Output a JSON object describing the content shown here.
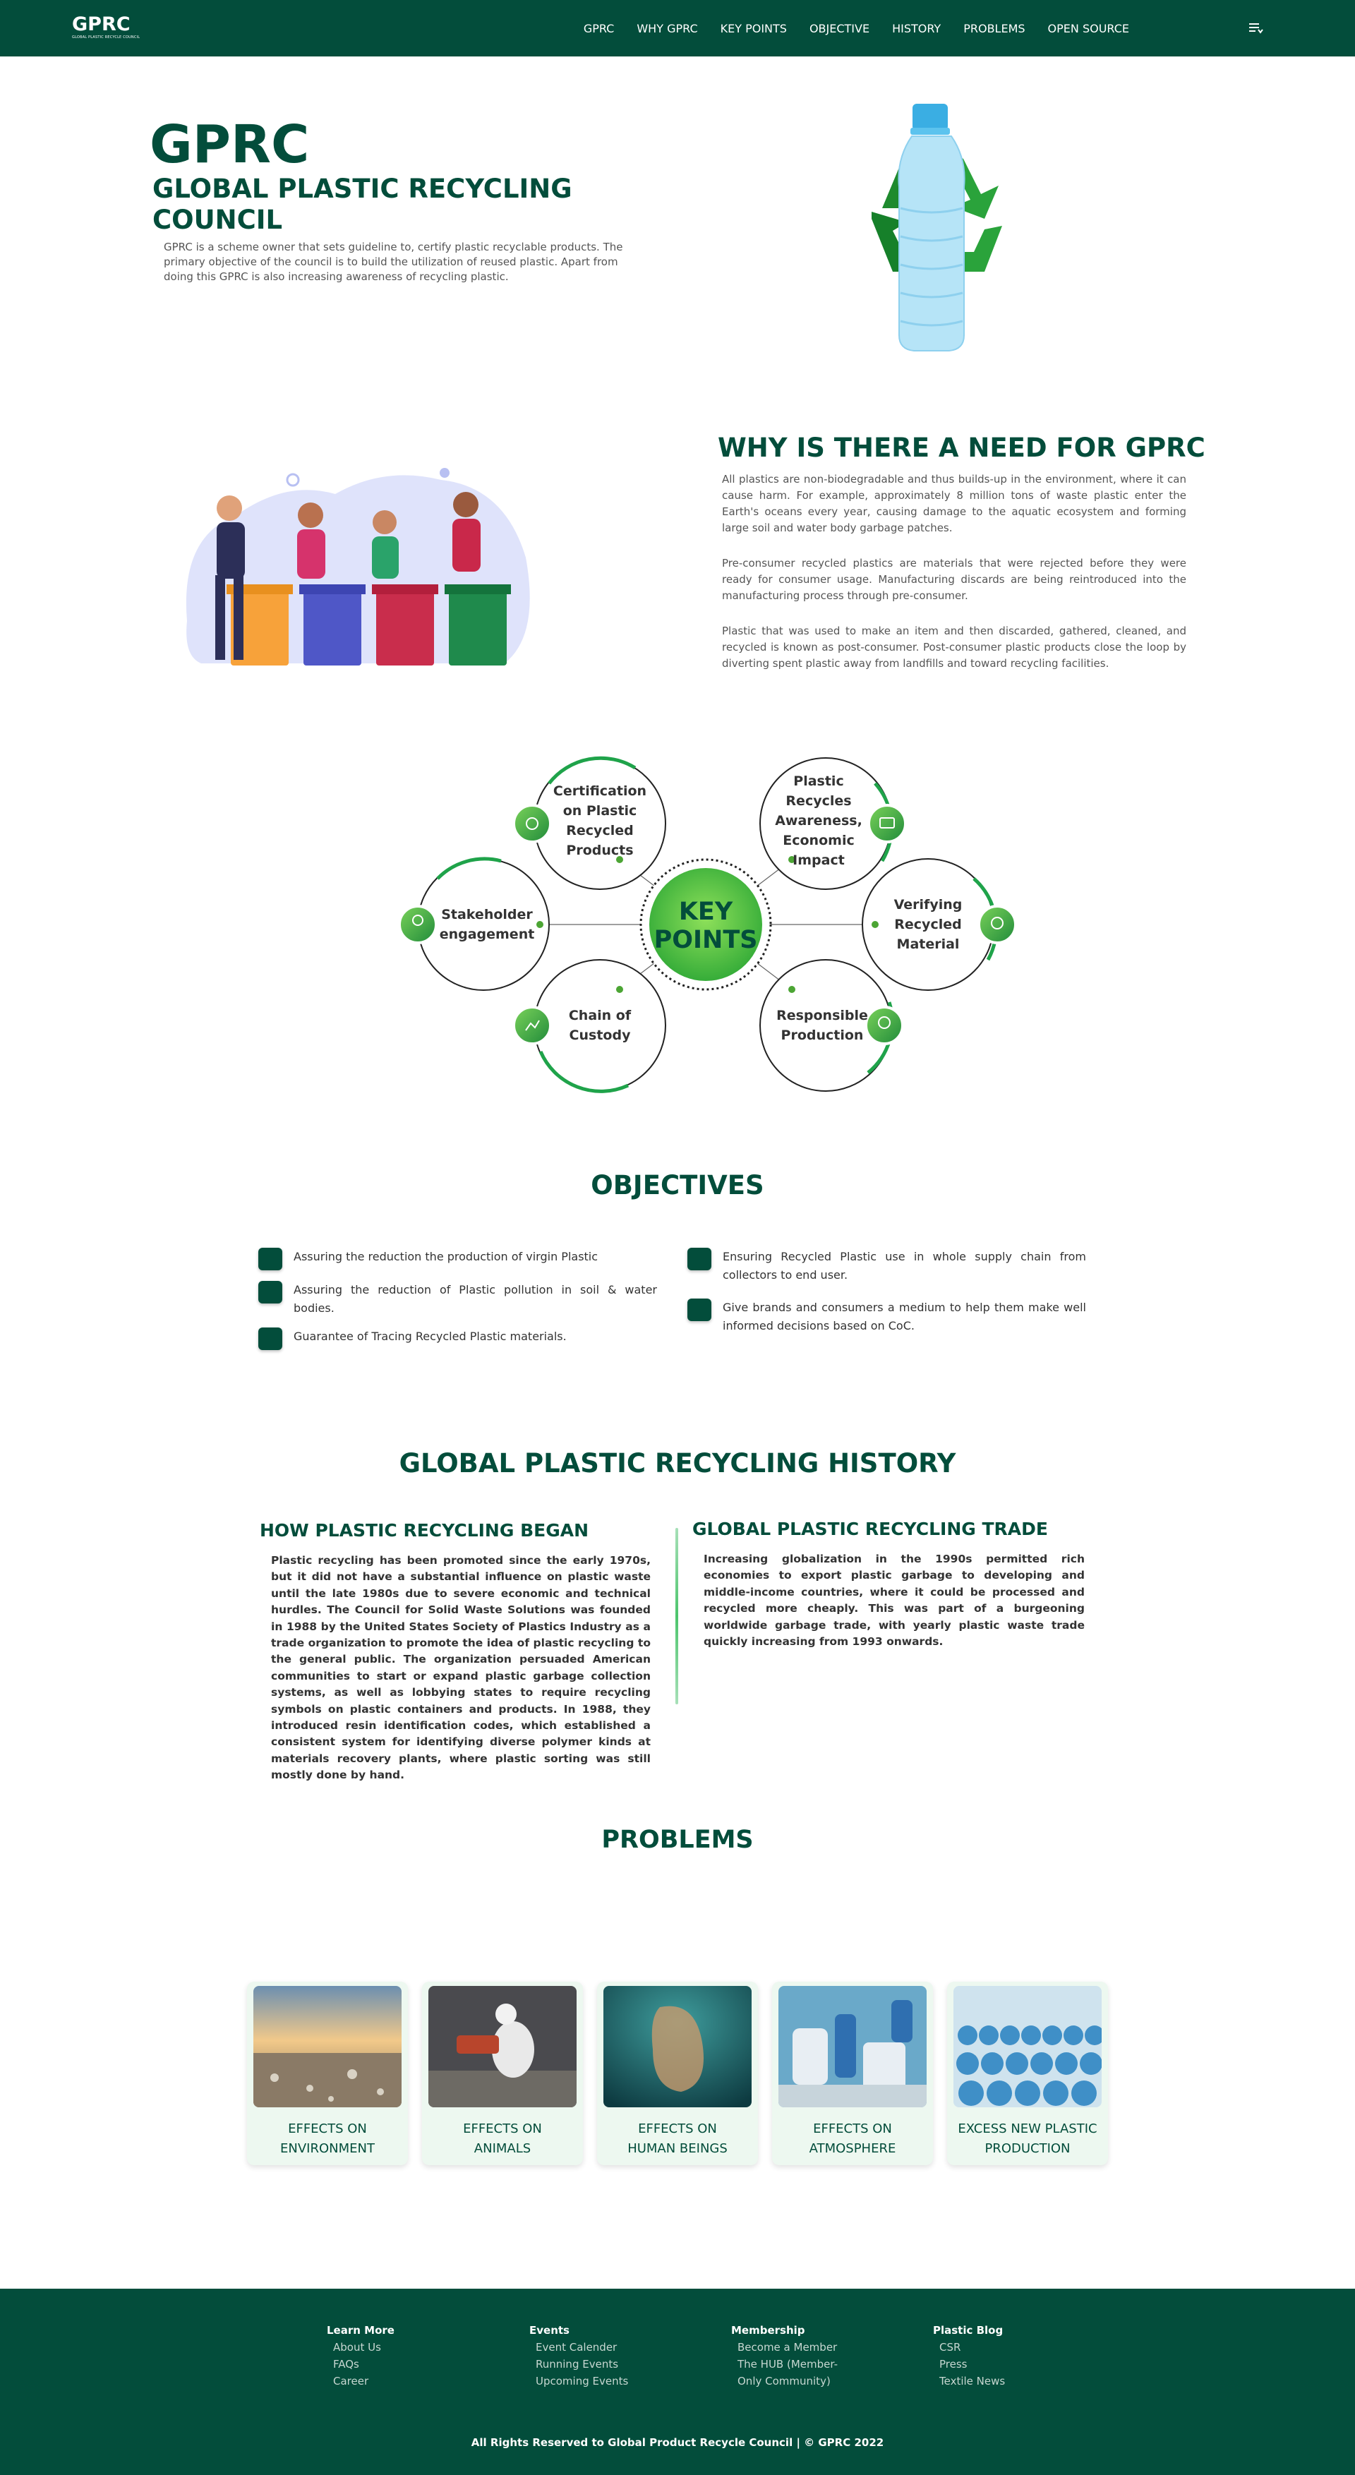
{
  "colors": {
    "brand": "#034d3b",
    "accent": "#4cc56c",
    "card_bg": "#edf8f0"
  },
  "nav": {
    "logo": "GPRC",
    "logo_sub": "GLOBAL PLASTIC RECYCLE COUNCIL",
    "links": [
      "GPRC",
      "WHY GPRC",
      "KEY POINTS",
      "OBJECTIVE",
      "HISTORY",
      "PROBLEMS",
      "OPEN SOURCE"
    ],
    "menu_icon": "menu-icon"
  },
  "hero": {
    "title": "GPRC",
    "subtitle": "GLOBAL PLASTIC RECYCLING COUNCIL",
    "description": "GPRC is a scheme owner that sets guideline to, certify plastic recyclable products. The primary objective of the council is to build the utilization of reused plastic. Apart from doing this GPRC is also increasing awareness of recycling plastic."
  },
  "need": {
    "title": "WHY IS THERE A NEED FOR GPRC",
    "paragraphs": [
      "All plastics are non-biodegradable and thus builds-up in the environment, where it can cause harm. For example, approximately 8 million tons of waste plastic enter the Earth's oceans every year, causing damage to the aquatic ecosystem and forming large soil and water body garbage patches.",
      "Pre-consumer recycled plastics are materials that were rejected before they were ready for consumer usage. Manufacturing discards are being reintroduced into the manufacturing process through pre-consumer.",
      "Plastic that was used to make an item and then discarded, gathered, cleaned, and recycled is known as post-consumer. Post-consumer plastic products close the loop by diverting spent plastic away from landfills and toward recycling facilities."
    ]
  },
  "key_points": {
    "center_line1": "KEY",
    "center_line2": "POINTS",
    "items": [
      "Certification on Plastic Recycled Products",
      "Plastic Recycles Awareness, Economic Impact",
      "Stakeholder engagement",
      "Verifying Recycled Material",
      "Chain of Custody",
      "Responsible Production"
    ]
  },
  "objectives": {
    "title": "OBJECTIVES",
    "left": [
      "Assuring the reduction the production of virgin Plastic",
      "Assuring the reduction of Plastic pollution in soil & water bodies.",
      "Guarantee of Tracing Recycled Plastic materials."
    ],
    "right": [
      "Ensuring Recycled Plastic use in whole supply chain from collectors to end user.",
      "Give brands and consumers a medium to help them make well informed decisions based on CoC."
    ]
  },
  "history": {
    "title": "GLOBAL PLASTIC RECYCLING HISTORY",
    "left_heading": "HOW PLASTIC RECYCLING BEGAN",
    "left_text": "Plastic recycling has been promoted since the early 1970s, but it did not have a substantial influence on plastic waste until the late 1980s due to severe economic and technical hurdles. The Council for Solid Waste Solutions was founded in 1988 by the United States Society of Plastics Industry as a trade organization to promote the idea of plastic recycling to the general public. The organization persuaded American communities to start or expand plastic garbage collection systems, as well as lobbying states to require recycling symbols on plastic containers and products. In 1988, they introduced resin identification codes, which established a consistent system for identifying diverse polymer kinds at materials recovery plants, where plastic sorting was still mostly done by hand.",
    "right_heading": "GLOBAL PLASTIC RECYCLING TRADE",
    "right_text": "Increasing globalization in the 1990s permitted rich economies to export plastic garbage to developing and middle-income countries, where it could be processed and recycled more cheaply. This was part of a burgeoning worldwide garbage trade, with yearly plastic waste trade quickly increasing from 1993 onwards."
  },
  "problems": {
    "title": "PROBLEMS",
    "cards": [
      {
        "line1": "EFFECTS ON",
        "line2": "ENVIRONMENT"
      },
      {
        "line1": "EFFECTS ON",
        "line2": "ANIMALS"
      },
      {
        "line1": "EFFECTS ON",
        "line2": "HUMAN BEINGS"
      },
      {
        "line1": "EFFECTS ON",
        "line2": "ATMOSPHERE"
      },
      {
        "line1": "EXCESS NEW PLASTIC",
        "line2": "PRODUCTION"
      }
    ]
  },
  "footer": {
    "cols": [
      {
        "head": "Learn More",
        "links": [
          "About Us",
          "FAQs",
          "Career"
        ]
      },
      {
        "head": "Events",
        "links": [
          "Event Calender",
          "Running Events",
          "Upcoming Events"
        ]
      },
      {
        "head": "Membership",
        "links": [
          "Become a Member",
          "The HUB (Member-",
          "Only Community)"
        ]
      },
      {
        "head": "Plastic Blog",
        "links": [
          "CSR",
          "Press",
          "Textile News"
        ]
      }
    ],
    "copyright": "All Rights Reserved to Global Product Recycle Council | © GPRC 2022"
  }
}
